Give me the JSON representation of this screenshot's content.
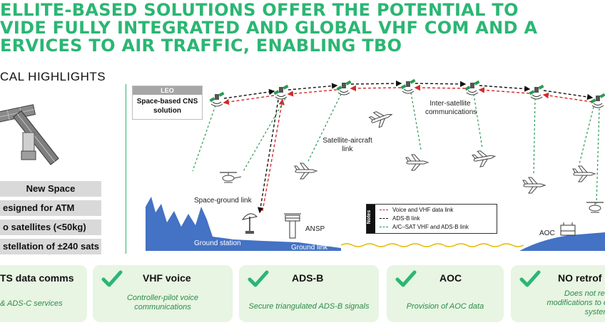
{
  "headline": {
    "line1": "ELLITE-BASED SOLUTIONS OFFER THE POTENTIAL TO",
    "line2": "VIDE FULLY INTEGRATED AND GLOBAL VHF COM AND A",
    "line3": "ERVICES TO AIR TRAFFIC, ENABLING TBO"
  },
  "highlights": {
    "title": "CAL HIGHLIGHTS",
    "items": [
      "New Space",
      "esigned for ATM",
      "o satellites (<50kg)",
      "stellation of ±240 sats"
    ]
  },
  "diagram": {
    "leo_header": "LEO",
    "leo_body": "Space-based CNS solution",
    "inter_satellite": "Inter-satellite communications",
    "satellite_aircraft": "Satellite-aircraft link",
    "space_ground": "Space-ground link",
    "ground_station": "Ground station",
    "ground_link": "Ground link",
    "ansp": "ANSP",
    "aoc": "AOC",
    "legend": {
      "tab": "Notes",
      "items": [
        {
          "label": "Voice and VHF data link",
          "color": "#d62828"
        },
        {
          "label": "ADS-B link",
          "color": "#111111"
        },
        {
          "label": "A/C–SAT VHF and ADS-B link",
          "color": "#2a9a52"
        }
      ]
    }
  },
  "cards": [
    {
      "title": "TS data comms",
      "desc": "& ADS-C services"
    },
    {
      "title": "VHF voice",
      "desc": "Controller-pilot voice communications"
    },
    {
      "title": "ADS-B",
      "desc": "Secure triangulated ADS-B signals"
    },
    {
      "title": "AOC",
      "desc": "Provision of AOC data"
    },
    {
      "title": "NO retrof",
      "desc": "Does not requ modifications to exi systems"
    }
  ],
  "colors": {
    "accent": "#2bb673",
    "ground": "#3f6fc9",
    "voice": "#d62828",
    "adsb": "#111111",
    "acsat": "#2a9a52",
    "card_bg": "#e7f5e2"
  }
}
